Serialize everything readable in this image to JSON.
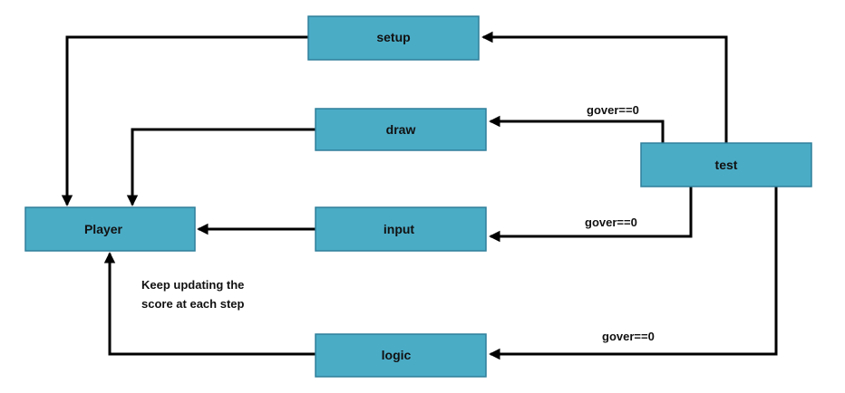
{
  "colors": {
    "node_fill": "#4bacc6",
    "node_border": "#2f7f9a",
    "edge": "#000000",
    "text": "#111111"
  },
  "nodes": {
    "setup": "setup",
    "draw": "draw",
    "test": "test",
    "player": "Player",
    "input": "input",
    "logic": "logic"
  },
  "edge_labels": {
    "test_to_draw": "gover==0",
    "test_to_input": "gover==0",
    "test_to_logic": "gover==0"
  },
  "note": {
    "line1": "Keep updating the",
    "line2": "score at each step"
  }
}
